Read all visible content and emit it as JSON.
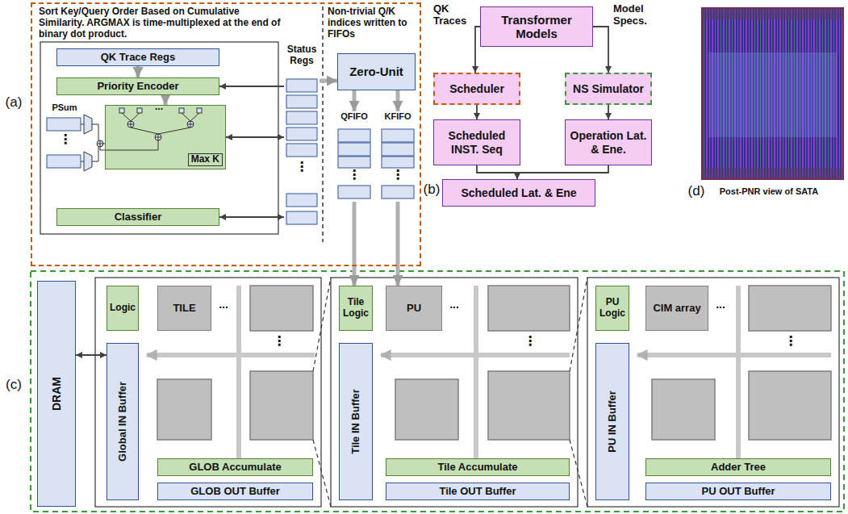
{
  "diagram": {
    "nodes": [
      {
        "text": [
          "Sort Key/Query Order Based on Cumulative Similarity. ARGMAX is time-multiplexed at the end of binary dot product.",
          "Non-trivial Q/K indices written to FIFOs"
        ]
      },
      {
        "text": [
          "QK Trace Regs"
        ],
        "in": 0
      },
      {
        "text": [
          "Priority Encoder"
        ],
        "in": 0
      },
      {
        "text": [
          "Max K"
        ],
        "in": 0
      },
      {
        "text": [
          "Classifier"
        ],
        "in": 0
      },
      {
        "text": [
          "Status Regs"
        ],
        "in": 0
      },
      {
        "text": [
          "Zero-Unit"
        ],
        "in": 0
      },
      {
        "text": [
          "QFIFO"
        ],
        "in": 0
      },
      {
        "text": [
          "KFIFO"
        ],
        "in": 0
      },
      {
        "text": [
          "Transformer Models"
        ]
      },
      {
        "text": [
          "Scheduler"
        ]
      },
      {
        "text": [
          "NS Simulator"
        ]
      },
      {
        "text": [
          "Scheduled INST. Seq"
        ]
      },
      {
        "text": [
          "Operation Lat. & Ene."
        ]
      },
      {
        "text": [
          "Scheduled Lat. & Ene"
        ]
      },
      {
        "text": [
          "DRAM"
        ]
      },
      {
        "text": [
          "Logic"
        ]
      },
      {
        "text": [
          "TILE"
        ]
      },
      {
        "text": [
          "Global IN Buffer"
        ]
      },
      {
        "text": [
          "GLOB Accumulate"
        ]
      },
      {
        "text": [
          "GLOB OUT Buffer"
        ]
      },
      {
        "text": [
          "Tile Logic"
        ]
      },
      {
        "text": [
          "PU"
        ]
      },
      {
        "text": [
          "Tile IN Buffer"
        ]
      },
      {
        "text": [
          "Tile Accumulate"
        ]
      },
      {
        "text": [
          "Tile OUT Buffer"
        ]
      },
      {
        "text": [
          "PU Logic"
        ]
      },
      {
        "text": [
          "CIM array"
        ]
      },
      {
        "text": [
          "PU IN Buffer"
        ]
      },
      {
        "text": [
          "Adder Tree"
        ]
      },
      {
        "text": [
          "PU OUT Buffer"
        ]
      }
    ],
    "edges": [
      {
        "from": 1,
        "to": 2,
        "arrow": "to"
      },
      {
        "from": 2,
        "to": 3,
        "arrow": "to"
      },
      {
        "from": 5,
        "to": 2,
        "arrow": "to"
      },
      {
        "from": 3,
        "to": 5,
        "arrow": "both"
      },
      {
        "from": 4,
        "to": 5,
        "arrow": "both"
      },
      {
        "from": 5,
        "to": 6,
        "arrow": "to"
      },
      {
        "from": 6,
        "to": 7,
        "arrow": "to"
      },
      {
        "from": 6,
        "to": 8,
        "arrow": "to"
      },
      {
        "from": 7,
        "to": 21,
        "arrow": "to"
      },
      {
        "from": 8,
        "to": 22,
        "arrow": "to"
      },
      {
        "from": 9,
        "to": 10,
        "label": "QK Traces",
        "arrow": "to"
      },
      {
        "from": 9,
        "to": 11,
        "label": "Model Specs.",
        "arrow": "to"
      },
      {
        "from": 10,
        "to": 12,
        "arrow": "to"
      },
      {
        "from": 11,
        "to": 13,
        "arrow": "to"
      },
      {
        "from": 12,
        "to": 14,
        "arrow": "to"
      },
      {
        "from": 13,
        "to": 14,
        "arrow": "to"
      },
      {
        "from": 15,
        "to": 18,
        "arrow": "both"
      }
    ],
    "labels": [
      "(a)",
      "(b)",
      "(c)",
      "(d)",
      "Post-PNR view of SATA",
      "PSum",
      "⋮",
      "⋮",
      "⋮",
      "⋮",
      "...",
      "...",
      "⋮",
      "...",
      "⋮",
      "...",
      "⋮"
    ]
  }
}
